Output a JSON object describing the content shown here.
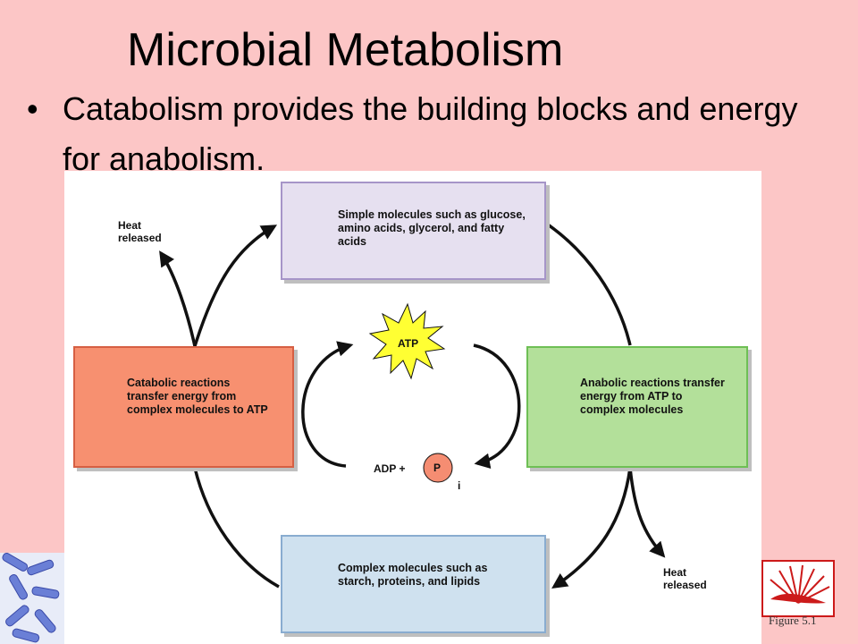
{
  "slide": {
    "title": "Microbial Metabolism",
    "bullet": "Catabolism provides the building blocks and energy for anabolism.",
    "bullet_marker": "•",
    "background_color": "#fcc6c6"
  },
  "diagram": {
    "simple_molecules": "Simple molecules such as glucose, amino acids, glycerol, and fatty acids",
    "catabolic": "Catabolic reactions transfer energy from complex molecules to ATP",
    "anabolic": "Anabolic reactions transfer energy from ATP to complex molecules",
    "complex_molecules": "Complex molecules such as starch, proteins, and lipids",
    "atp": "ATP",
    "adp": "ADP +",
    "phosphate": "P",
    "phosphate_subscript": "i",
    "heat_left": "Heat released",
    "heat_right": "Heat released",
    "colors": {
      "simple_box": "#e6e0f0",
      "catabolic_box": "#f79070",
      "anabolic_box": "#b3e09a",
      "complex_box": "#cfe1ef",
      "atp_star": "#ffff33",
      "phosphate_circle": "#f58d72"
    }
  },
  "figure_caption": "Figure 5.1"
}
